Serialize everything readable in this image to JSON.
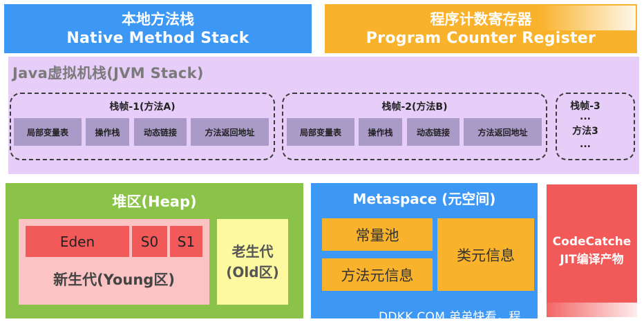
{
  "native_stack": {
    "title_zh": "本地方法栈",
    "title_en": "Native Method Stack",
    "color": "#3d97f4"
  },
  "program_counter": {
    "title_zh": "程序计数寄存器",
    "title_en": "Program Counter Register",
    "color": "#f9b22b"
  },
  "jvm_stack": {
    "title": "Java虚拟机栈(JVM Stack)",
    "color": "#e6cef9",
    "frames": [
      {
        "title": "栈帧-1(方法A)",
        "cells": [
          "局部变量表",
          "操作栈",
          "动态链接",
          "方法返回地址"
        ]
      },
      {
        "title": "栈帧-2(方法B)",
        "cells": [
          "局部变量表",
          "操作栈",
          "动态链接",
          "方法返回地址"
        ]
      },
      {
        "title": "栈帧-3",
        "dots_top": "...",
        "method": "方法3",
        "dots_bottom": "..."
      }
    ]
  },
  "heap": {
    "title": "堆区(Heap)",
    "color": "#8bc34a",
    "young": {
      "label": "新生代(Young区)",
      "eden": "Eden",
      "s0": "S0",
      "s1": "S1"
    },
    "old": {
      "line1": "老生代",
      "line2": "(Old区)"
    }
  },
  "metaspace": {
    "title": "Metaspace (元空间)",
    "color": "#3d97f4",
    "constant_pool": "常量池",
    "method_meta": "方法元信息",
    "class_meta": "类元信息"
  },
  "code_cache": {
    "line1": "CodeCatche",
    "line2": "JIT编译产物",
    "color": "#f25a5a"
  },
  "watermark": "DDKK.COM 弟弟快看，程"
}
